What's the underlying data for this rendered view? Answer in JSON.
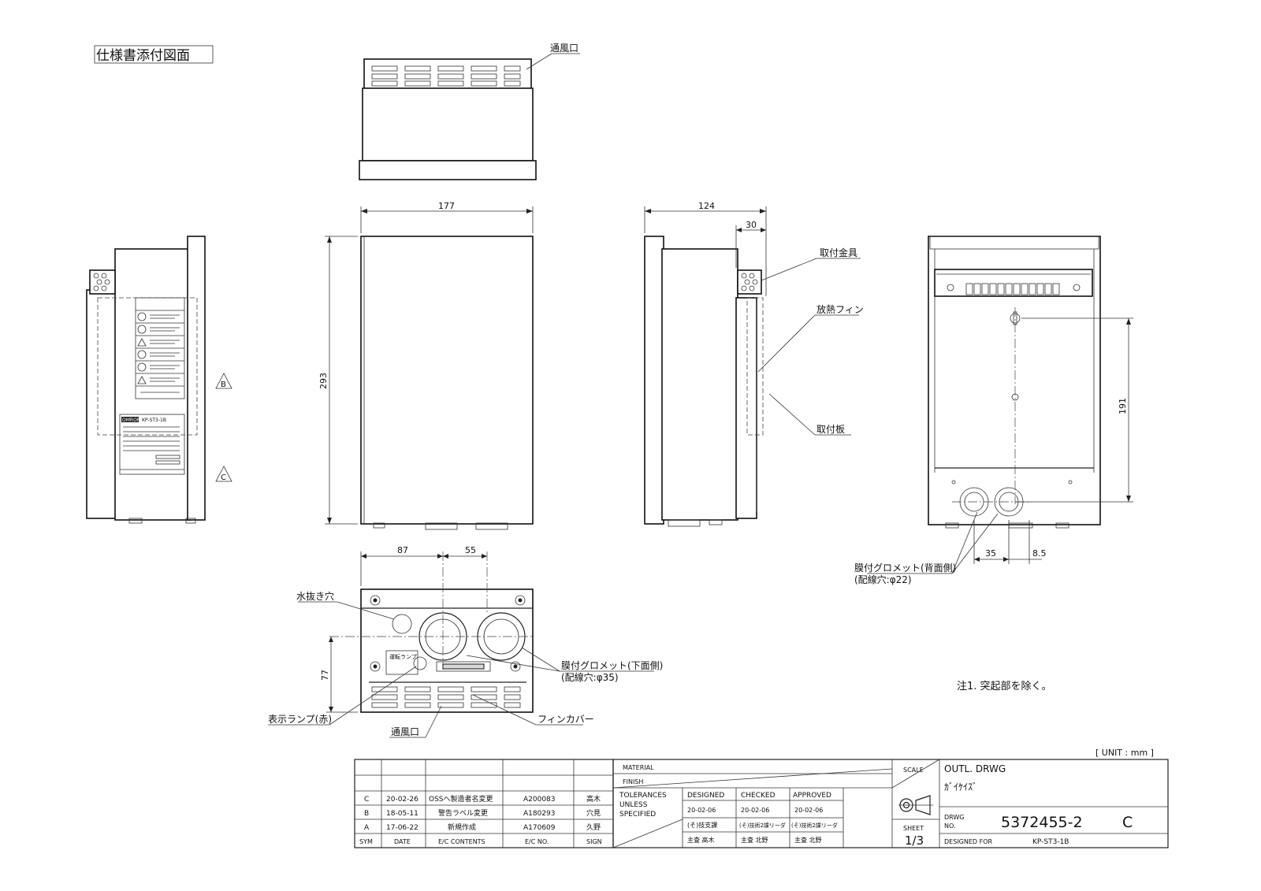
{
  "sheet_title": "仕様書添付図面",
  "labels": {
    "vent_top": "通風口",
    "mount_bracket": "取付金具",
    "heat_fin": "放熱フィン",
    "mount_plate": "取付板",
    "grommet_back": "膜付グロメット(背面側)",
    "grommet_back_hole": "(配線穴:φ22)",
    "drain_hole": "水抜き穴",
    "grommet_bottom": "膜付グロメット(下面側)",
    "grommet_bottom_hole": "(配線穴:φ35)",
    "indicator_lamp": "表示ランプ(赤)",
    "vent_bottom": "通風口",
    "fin_cover": "フィンカバー",
    "note": "注1. 突起部を除く。",
    "unit": "[ UNIT : mm ]"
  },
  "dimensions": {
    "width": "177",
    "height": "293",
    "depth": "124",
    "bracket_depth": "30",
    "hole_pitch": "191",
    "b1": "87",
    "b2": "55",
    "b3": "77",
    "g1": "35",
    "g2": "8.5"
  },
  "markers": {
    "b": "B",
    "c": "C"
  },
  "label_panel": {
    "brand": "OMRON",
    "model": "KP-ST3-1B",
    "lamp_label": "運転ランプ"
  },
  "revision_table": {
    "headers": [
      "SYM",
      "DATE",
      "E/C CONTENTS",
      "E/C NO.",
      "SIGN"
    ],
    "rows": [
      [
        "C",
        "20-02-26",
        "OSSへ製造者名変更",
        "A200083",
        "高木"
      ],
      [
        "B",
        "18-05-11",
        "警告ラベル変更",
        "A180293",
        "穴見"
      ],
      [
        "A",
        "17-06-22",
        "新規作成",
        "A170609",
        "久野"
      ]
    ]
  },
  "title_block": {
    "material": "MATERIAL",
    "finish": "FINISH",
    "tolerances": [
      "TOLERANCES",
      "UNLESS",
      "SPECIFIED"
    ],
    "designed": {
      "label": "DESIGNED",
      "date": "20-02-06",
      "dept": "(そ)技支課",
      "name": "主査 高木"
    },
    "checked": {
      "label": "CHECKED",
      "date": "20-02-06",
      "dept": "(そ)技術2課リーダ",
      "name": "主査 北野"
    },
    "approved": {
      "label": "APPROVED",
      "date": "20-02-06",
      "dept": "(そ)技術2課リーダ",
      "name": "主査 北野"
    },
    "scale": "SCALE",
    "sheet_label": "SHEET",
    "sheet": "1/3",
    "drawing_type": "OUTL. DRWG",
    "drawing_kana": "ｶﾞｲｹｲｽﾞ",
    "drwg_no_label": [
      "DRWG",
      "NO."
    ],
    "drwg_no": "5372455-2",
    "revision": "C",
    "designed_for_label": "DESIGNED FOR",
    "designed_for": "KP-ST3-1B"
  }
}
